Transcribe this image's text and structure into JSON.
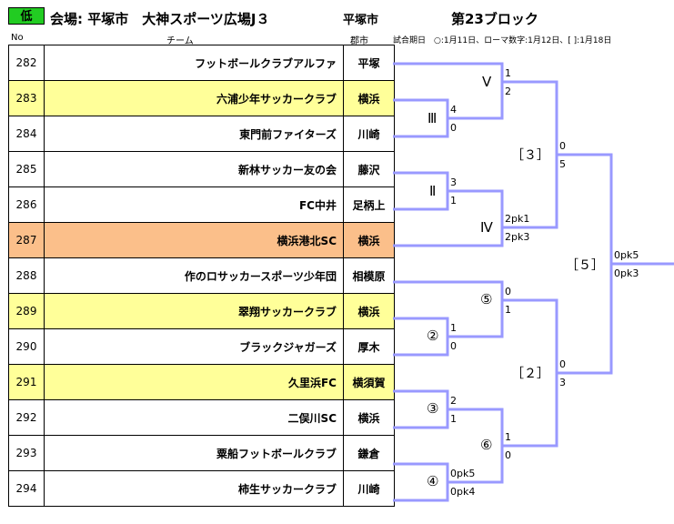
{
  "header": {
    "badge": "低",
    "venue": "会場: 平塚市　大神スポーツ広場J３",
    "city": "平塚市",
    "block": "第23ブロック"
  },
  "columns": {
    "no": "No",
    "team": "チーム",
    "city": "郡市"
  },
  "legend": "試合期日　○:1月11日、ローマ数字:1月12日、[ ]:1月18日",
  "teams": [
    {
      "no": "282",
      "name": "フットボールクラブアルファ",
      "city": "平塚"
    },
    {
      "no": "283",
      "name": "六浦少年サッカークラブ",
      "city": "横浜"
    },
    {
      "no": "284",
      "name": "東門前ファイターズ",
      "city": "川崎"
    },
    {
      "no": "285",
      "name": "新林サッカー友の会",
      "city": "藤沢"
    },
    {
      "no": "286",
      "name": "FC中井",
      "city": "足柄上"
    },
    {
      "no": "287",
      "name": "横浜港北SC",
      "city": "横浜"
    },
    {
      "no": "288",
      "name": "作のロサッカースポーツ少年団",
      "city": "相模原"
    },
    {
      "no": "289",
      "name": "翠翔サッカークラブ",
      "city": "横浜"
    },
    {
      "no": "290",
      "name": "ブラックジャガーズ",
      "city": "厚木"
    },
    {
      "no": "291",
      "name": "久里浜FC",
      "city": "横須賀"
    },
    {
      "no": "292",
      "name": "二俣川SC",
      "city": "横浜"
    },
    {
      "no": "293",
      "name": "粟船フットボールクラブ",
      "city": "鎌倉"
    },
    {
      "no": "294",
      "name": "柿生サッカークラブ",
      "city": "川崎"
    }
  ],
  "matches": {
    "V": {
      "label": "Ⅴ",
      "top": "1",
      "bottom": "2"
    },
    "III": {
      "label": "Ⅲ",
      "top": "4",
      "bottom": "0"
    },
    "II": {
      "label": "Ⅱ",
      "top": "3",
      "bottom": "1"
    },
    "IV": {
      "label": "Ⅳ",
      "top": "2pk1",
      "bottom": "2pk3"
    },
    "B3": {
      "label": "［３］",
      "top": "0",
      "bottom": "5"
    },
    "C5": {
      "label": "⑤",
      "top": "0",
      "bottom": "1"
    },
    "C2": {
      "label": "②",
      "top": "1",
      "bottom": "0"
    },
    "C3": {
      "label": "③",
      "top": "2",
      "bottom": "1"
    },
    "C6": {
      "label": "⑥",
      "top": "1",
      "bottom": "0"
    },
    "C4": {
      "label": "④",
      "top": "0pk5",
      "bottom": "0pk4"
    },
    "B2": {
      "label": "［２］",
      "top": "0",
      "bottom": "3"
    },
    "B5": {
      "label": "［５］",
      "top": "0pk5",
      "bottom": "0pk3"
    }
  },
  "colors": {
    "line": "#9999ff",
    "highlight": "#ffff99",
    "highlight_orange": "#fbbf8a",
    "badge": "#22cc22"
  }
}
